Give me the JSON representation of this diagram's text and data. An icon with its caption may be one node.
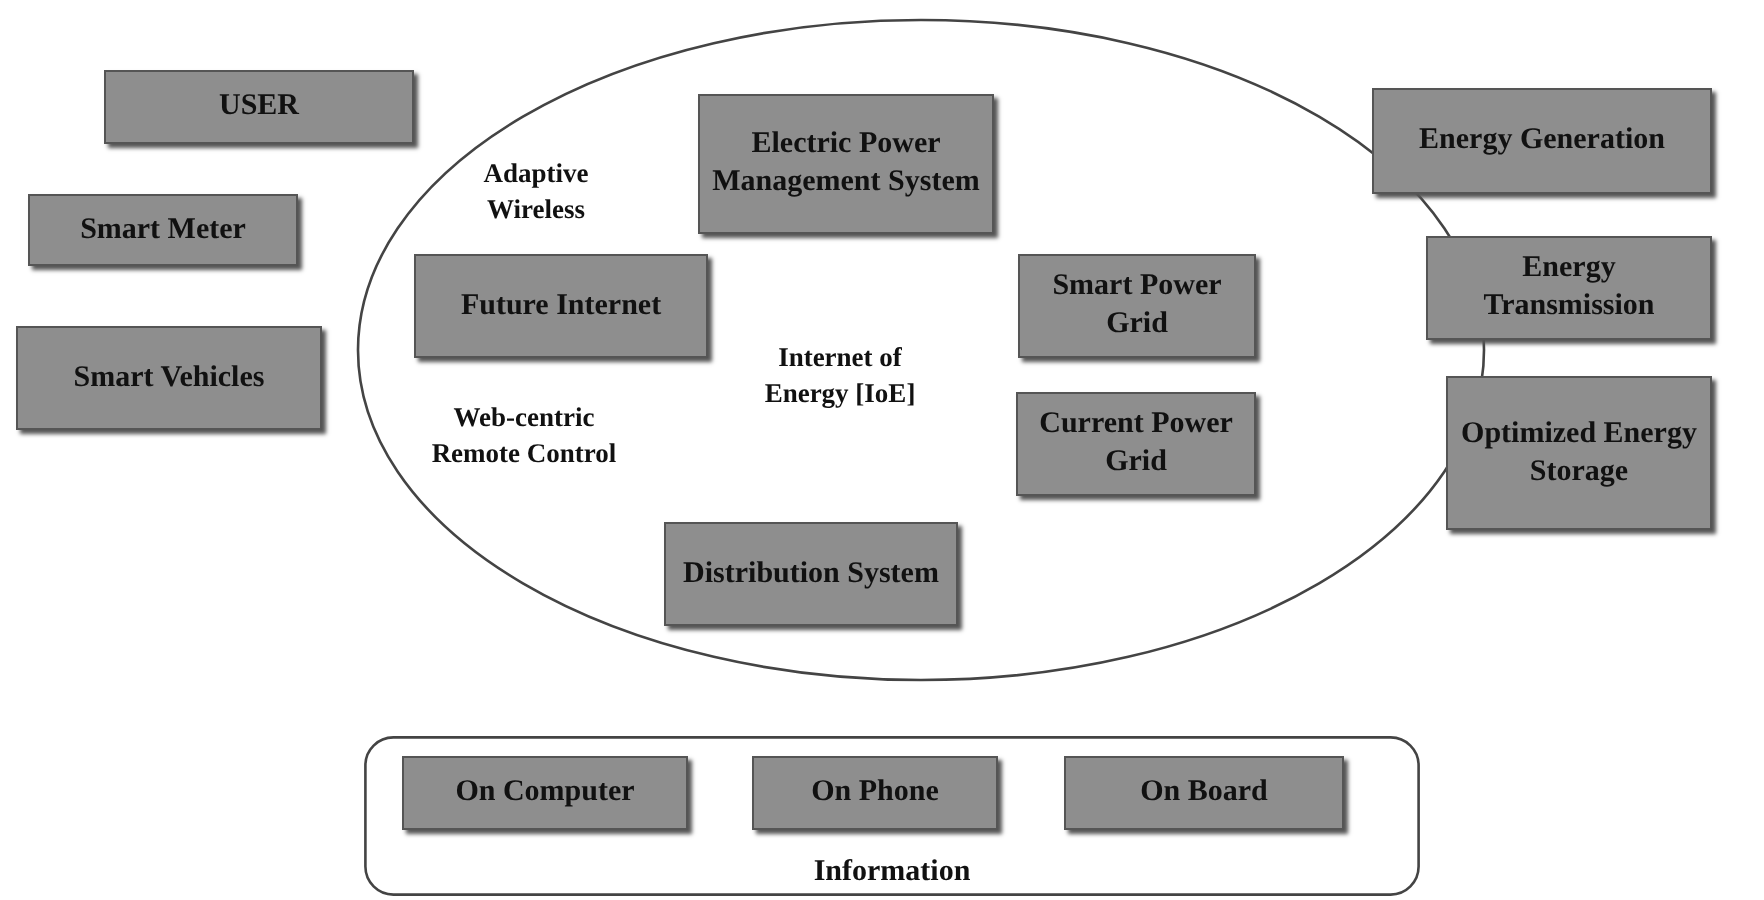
{
  "diagram": {
    "nodes": [
      {
        "text": [
          "USER"
        ]
      },
      {
        "text": [
          "Smart Meter"
        ]
      },
      {
        "text": [
          "Smart Vehicles"
        ]
      },
      {
        "text": [
          "Adaptive Wireless",
          "Internet of Energy [IoE]",
          "Web-centric Remote Control"
        ]
      },
      {
        "text": [
          "Electric Power Management System"
        ],
        "in": 3
      },
      {
        "text": [
          "Future Internet"
        ],
        "in": 3
      },
      {
        "text": [
          "Smart Power Grid"
        ],
        "in": 3
      },
      {
        "text": [
          "Current Power Grid"
        ],
        "in": 3
      },
      {
        "text": [
          "Distribution System"
        ],
        "in": 3
      },
      {
        "text": [
          "Energy Generation"
        ]
      },
      {
        "text": [
          "Energy Transmission"
        ]
      },
      {
        "text": [
          "Optimized Energy Storage"
        ]
      },
      {
        "text": [
          "Information"
        ]
      },
      {
        "text": [
          "On Computer"
        ],
        "in": 12
      },
      {
        "text": [
          "On Phone"
        ],
        "in": 12
      },
      {
        "text": [
          "On Board"
        ],
        "in": 12
      }
    ]
  }
}
